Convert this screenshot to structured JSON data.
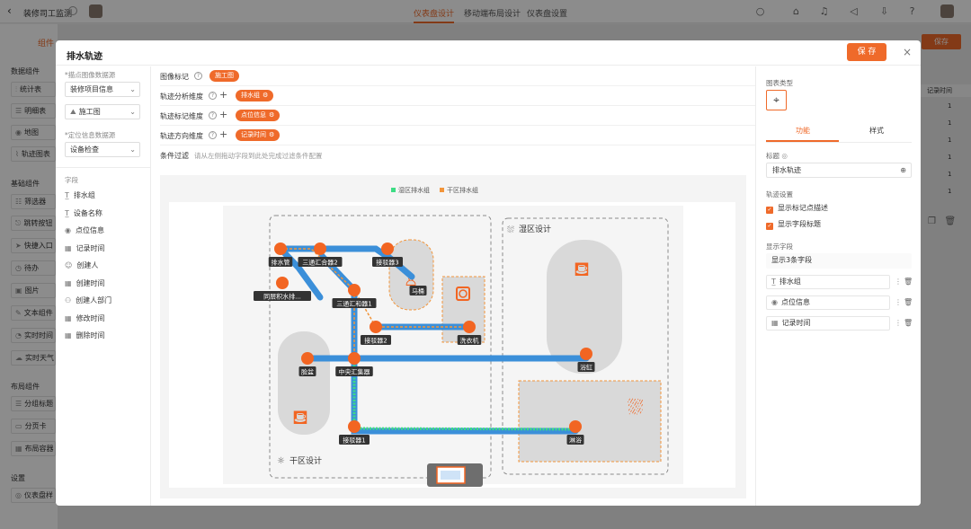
{
  "topbar": {
    "back_glyph": "‹",
    "app_title": "装修司工监测",
    "tabs": [
      "仪表盘设计",
      "移动端布局设计",
      "仪表盘设置"
    ],
    "active_tab": 0
  },
  "background": {
    "left_tab": "组件",
    "groups": [
      {
        "title": "数据组件",
        "items": [
          "统计表",
          "明细表",
          "地图",
          "轨迹图表"
        ]
      },
      {
        "title": "基础组件",
        "items": [
          "筛选器",
          "跳转按钮",
          "快捷入口",
          "待办",
          "图片",
          "文本组件",
          "实时时间",
          "实时天气"
        ]
      },
      {
        "title": "布局组件",
        "items": [
          "分组标题",
          "分页卡",
          "布局容器"
        ]
      },
      {
        "title": "设置",
        "items": [
          "仪表盘样"
        ]
      }
    ],
    "save_label": "保存",
    "column_header": "记录时间",
    "column_values": [
      "1",
      "1",
      "1",
      "1",
      "1",
      "1"
    ]
  },
  "modal": {
    "title": "排水轨迹",
    "save_label": "保 存",
    "close_glyph": "×"
  },
  "left": {
    "image_source_label": "*描点图像数据源",
    "image_source_value": "装修项目信息",
    "image_field_value": "施工图",
    "location_source_label": "*定位信息数据源",
    "location_source_value": "设备检查",
    "fields_title": "字段",
    "fields": [
      {
        "icon": "text-icon",
        "glyph": "T̲",
        "label": "排水组"
      },
      {
        "icon": "text-icon",
        "glyph": "T̲",
        "label": "设备名称"
      },
      {
        "icon": "location-icon",
        "glyph": "◉",
        "label": "点位信息"
      },
      {
        "icon": "calendar-icon",
        "glyph": "▦",
        "label": "记录时间"
      },
      {
        "icon": "user-icon",
        "glyph": "☺",
        "label": "创建人"
      },
      {
        "icon": "calendar-icon",
        "glyph": "▦",
        "label": "创建时间"
      },
      {
        "icon": "org-icon",
        "glyph": "⚇",
        "label": "创建人部门"
      },
      {
        "icon": "calendar-icon",
        "glyph": "▦",
        "label": "修改时间"
      },
      {
        "icon": "calendar-icon",
        "glyph": "▦",
        "label": "删除时间"
      }
    ]
  },
  "config": {
    "rows": [
      {
        "label": "图像标记",
        "tag": "施工图",
        "has_plus": false,
        "has_gear": false
      },
      {
        "label": "轨迹分析维度",
        "tag": "排水组",
        "has_plus": true,
        "has_gear": true
      },
      {
        "label": "轨迹标记维度",
        "tag": "点位信息",
        "has_plus": true,
        "has_gear": true
      },
      {
        "label": "轨迹方向维度",
        "tag": "记录时间",
        "has_plus": true,
        "has_gear": true
      }
    ],
    "filter_label": "条件过滤",
    "filter_hint": "请从左侧拖动字段到此处完成过滤条件配置"
  },
  "preview": {
    "legend": [
      {
        "name": "湿区排水组",
        "color": "#3ddc84"
      },
      {
        "name": "干区排水组",
        "color": "#f2953a"
      }
    ],
    "zones": [
      "湿区设计",
      "干区设计"
    ],
    "fixtures": [
      "马桶",
      "洗衣机",
      "浴缸",
      "脸盆",
      "淋浴"
    ],
    "nodes": [
      "排水管",
      "三通汇合器2",
      "接驳器3",
      "同层积水排...",
      "三通汇和器1",
      "接驳器2",
      "洗衣机",
      "中央汇集器",
      "脸盆",
      "浴缸",
      "接驳器1",
      "淋浴",
      "马桶"
    ],
    "colors": {
      "pipe": "#3b8fd9",
      "node": "#f26522",
      "green": "#3ddc84",
      "room": "#d9d9d9"
    }
  },
  "right": {
    "chart_type_label": "图表类型",
    "tabs": [
      "功能",
      "样式"
    ],
    "title_label": "标题",
    "title_value": "排水轨迹",
    "track_settings_label": "轨迹设置",
    "checkboxes": [
      "显示标记点描述",
      "显示字段标题"
    ],
    "display_fields_label": "显示字段",
    "display_fields_summary": "显示3条字段",
    "display_fields": [
      {
        "icon": "text-icon",
        "glyph": "T̲",
        "label": "排水组"
      },
      {
        "icon": "location-icon",
        "glyph": "◉",
        "label": "点位信息"
      },
      {
        "icon": "calendar-icon",
        "glyph": "▦",
        "label": "记录时间"
      }
    ]
  },
  "accent": "#ef6a2a"
}
